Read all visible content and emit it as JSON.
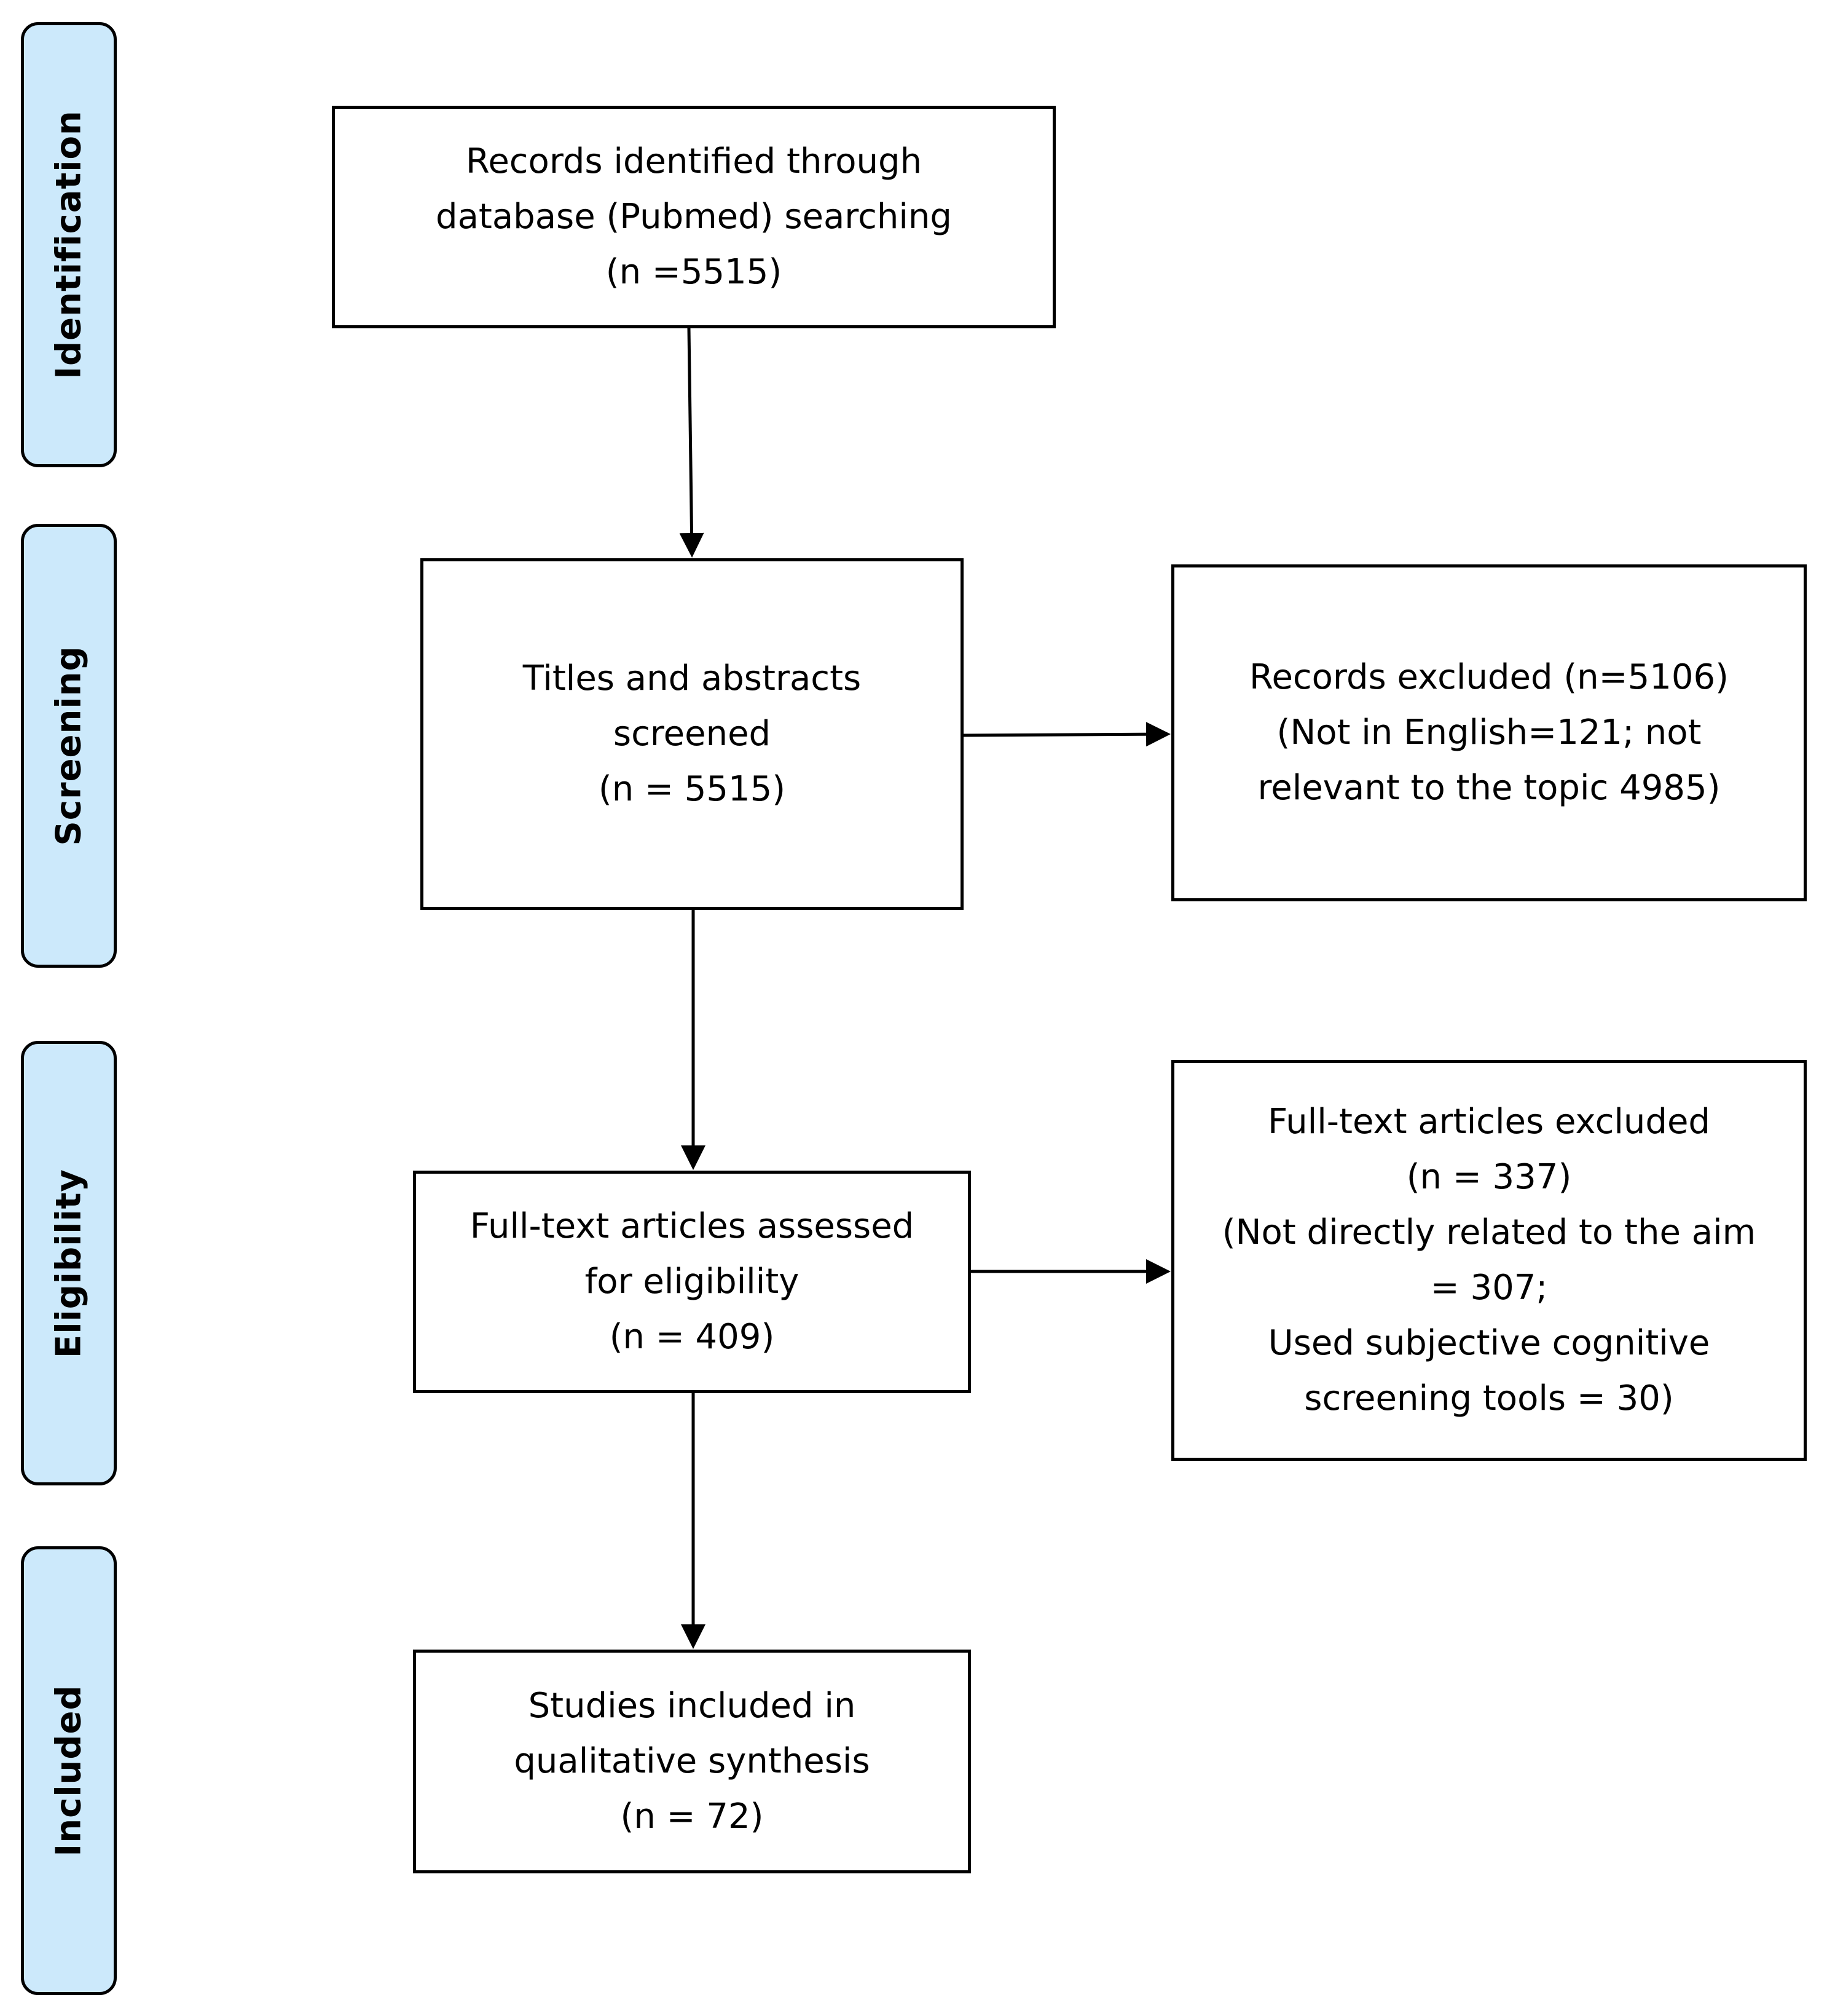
{
  "stages": {
    "identification": "Identification",
    "screening": "Screening",
    "eligibility": "Eligibility",
    "included": "Included"
  },
  "boxes": {
    "identified": {
      "line1": "Records identified through",
      "line2": "database (Pubmed) searching",
      "line3": "(n =5515)"
    },
    "screened": {
      "line1": "Titles and abstracts",
      "line2": "screened",
      "line3": "(n = 5515)"
    },
    "excluded_records": {
      "line1": "Records excluded (n=5106)",
      "line2": "(Not in English=121; not",
      "line3": "relevant to the topic 4985)"
    },
    "assessed": {
      "line1": "Full-text articles assessed",
      "line2": "for eligibility",
      "line3": "(n = 409)"
    },
    "excluded_fulltext": {
      "line1": "Full-text articles excluded",
      "line2": "(n = 337)",
      "line3": "(Not directly related to the aim",
      "line4": "= 307;",
      "line5": "Used subjective cognitive",
      "line6": "screening tools = 30)"
    },
    "included": {
      "line1": "Studies included in",
      "line2": "qualitative synthesis",
      "line3": "(n = 72)"
    }
  }
}
